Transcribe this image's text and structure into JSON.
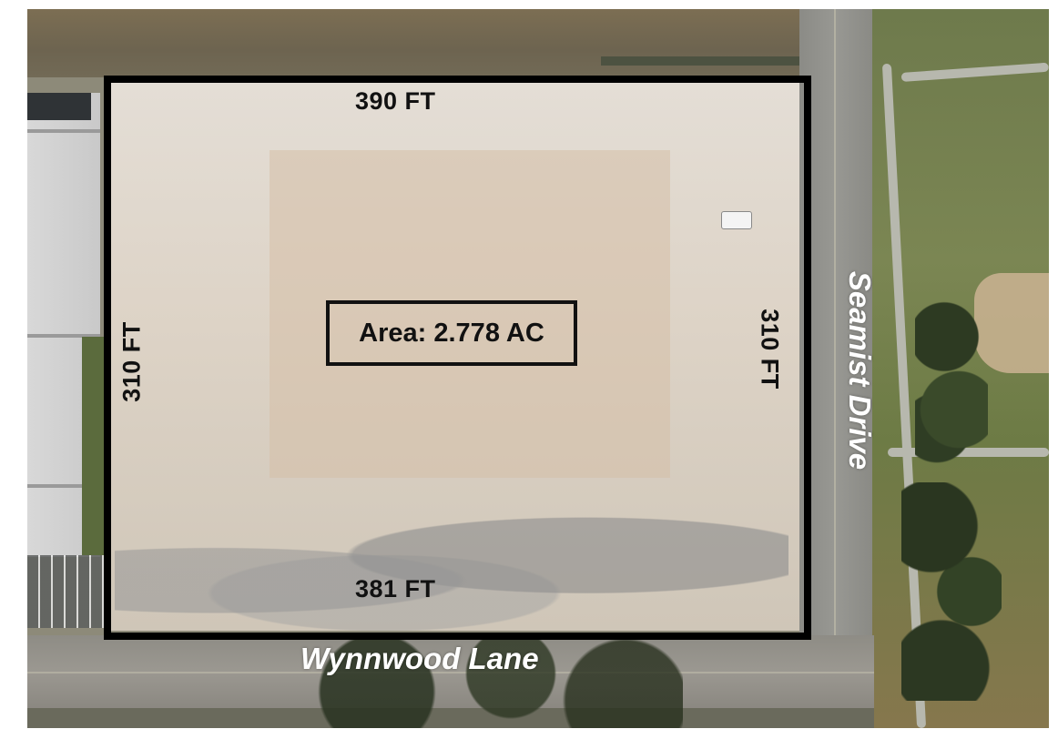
{
  "site": {
    "area_label": "Area: 2.778 AC",
    "dimensions": {
      "top": "390 FT",
      "bottom": "381 FT",
      "left": "310 FT",
      "right": "310 FT"
    }
  },
  "streets": {
    "bottom": "Wynnwood Lane",
    "right": "Seamist Drive"
  },
  "colors": {
    "outline": "#000000",
    "label_text": "#111111",
    "street_text": "#ffffff"
  }
}
